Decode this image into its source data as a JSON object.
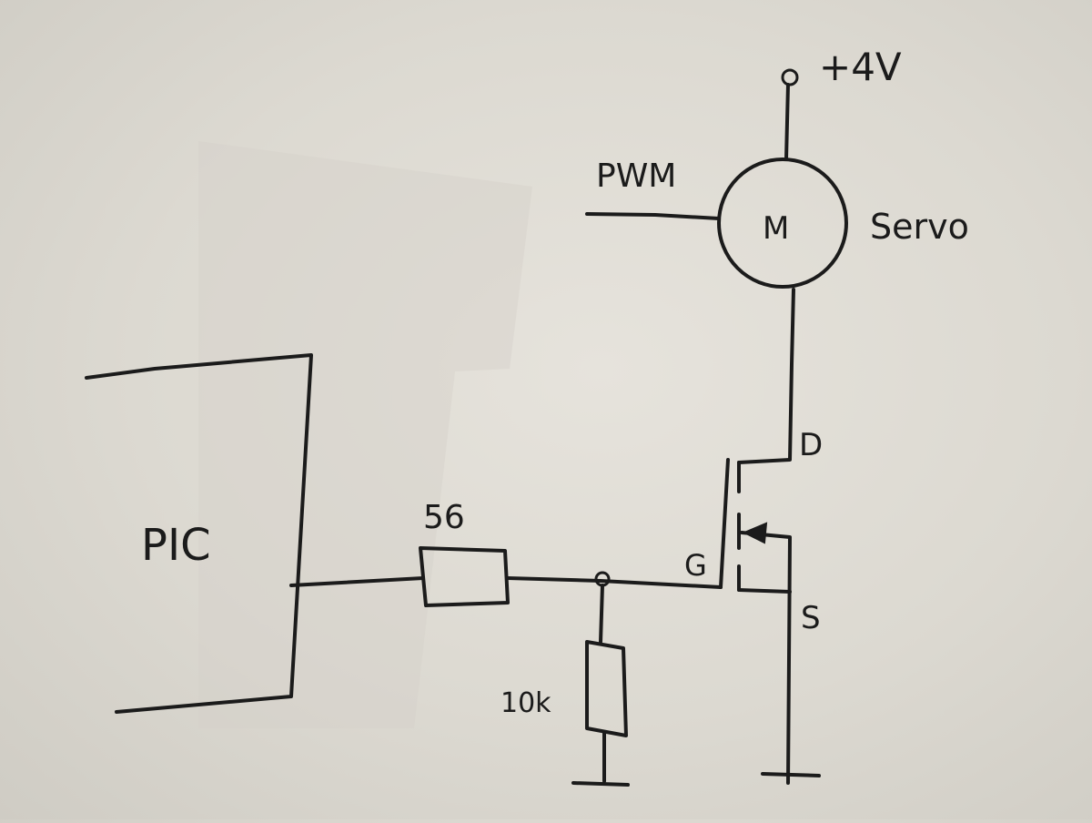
{
  "labels": {
    "supply": "+4V",
    "pwm": "PWM",
    "motor": "M",
    "servo": "Servo",
    "drain": "D",
    "gate": "G",
    "source": "S",
    "mcu": "PIC",
    "gate_resistor": "56",
    "pulldown_resistor": "10k"
  },
  "colors": {
    "ink": "#1b1b1b",
    "paper": "#dedbd3"
  }
}
